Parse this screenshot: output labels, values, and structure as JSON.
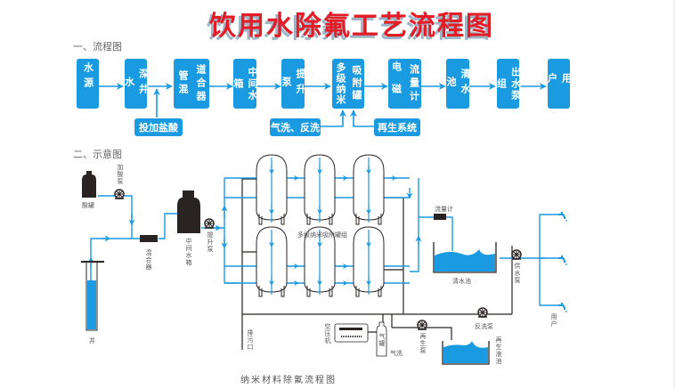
{
  "title": "饮用水除氟工艺流程图",
  "colors": {
    "accent": "#1a9ae0",
    "title_red": "#e31c25",
    "pipe_black": "#2a2323",
    "water": "#1a9ae0"
  },
  "section1": {
    "heading": "一、流程图",
    "steps": [
      {
        "label": "水源"
      },
      {
        "label": "深井水"
      },
      {
        "label_col1": "管混",
        "label_col2": "道合器",
        "full": "管道混合器"
      },
      {
        "label": "中间水箱"
      },
      {
        "label": "提升泵"
      },
      {
        "label_col1": "多级纳米",
        "label_col2": "吸附罐",
        "full": "多级纳米吸附罐"
      },
      {
        "label_col1": "电磁",
        "label_col2": "流量计",
        "full": "电磁流量计"
      },
      {
        "label": "清水池"
      },
      {
        "label": "出水泵组"
      },
      {
        "label": "用户"
      }
    ],
    "inputs": [
      {
        "label": "投加盐酸",
        "target": "管道混合器"
      },
      {
        "label": "气洗、反洗",
        "target": "多级纳米吸附罐"
      },
      {
        "label": "再生系统",
        "target": "多级纳米吸附罐"
      }
    ]
  },
  "section2": {
    "heading": "二、示意图",
    "labels": {
      "acid_tank": "酸罐",
      "acid_pump": "加酸泵",
      "well": "井",
      "mixer": "混合器",
      "middle_tank": "中间水箱",
      "lift_pump": "提升泵",
      "adsorption_group": "多级纳米吸附罐组",
      "flowmeter": "流量计",
      "clear_pool": "清水池",
      "supply_pump": "供水泵",
      "users": "用户",
      "drain": "排污口",
      "air_compressor": "空压机",
      "air_tank": "气罐",
      "air_wash": "气洗",
      "regen_pump": "再生泵",
      "backwash_pump": "反洗泵",
      "regen_tank": "再生液池"
    },
    "caption": "纳米材料除氟流程图"
  }
}
